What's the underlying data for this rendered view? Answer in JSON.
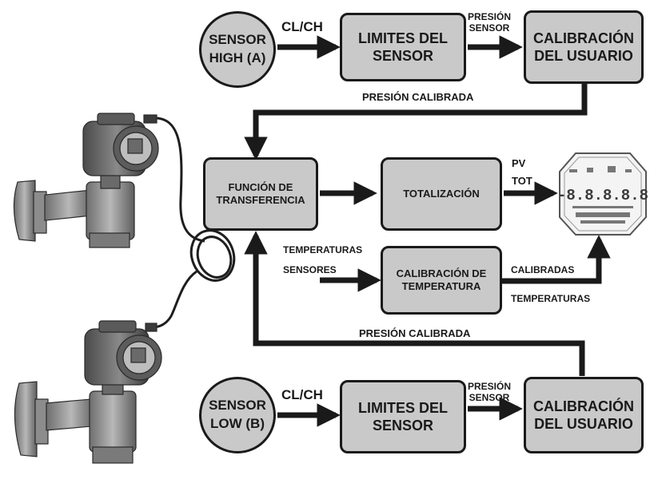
{
  "sensor_high": {
    "label": "SENSOR\nHIGH (A)"
  },
  "sensor_low": {
    "label": "SENSOR\nLOW (B)"
  },
  "limits_top": {
    "label": "LIMITES DEL\nSENSOR"
  },
  "limits_bottom": {
    "label": "LIMITES DEL\nSENSOR"
  },
  "user_cal_top": {
    "label": "CALIBRACIÓN\nDEL USUARIO"
  },
  "user_cal_bottom": {
    "label": "CALIBRACIÓN\nDEL USUARIO"
  },
  "transfer_function": {
    "label": "FUNCIÓN DE\nTRANSFERENCIA"
  },
  "totalization": {
    "label": "TOTALIZACIÓN"
  },
  "temp_calibration": {
    "label": "CALIBRACIÓN DE\nTEMPERATURA"
  },
  "labels": {
    "cl_ch_top": "CL/CH",
    "cl_ch_bottom": "CL/CH",
    "pressure_sensor_top": "PRESIÓN\nSENSOR",
    "pressure_sensor_bottom": "PRESIÓN\nSENSOR",
    "calibrated_pressure_top": "PRESIÓN CALIBRADA",
    "calibrated_pressure_bottom": "PRESIÓN CALIBRADA",
    "pv": "PV",
    "tot": "TOT",
    "temps_in_1": "TEMPERATURAS",
    "temps_in_2": "SENSORES",
    "temps_out_1": "CALIBRADAS",
    "temps_out_2": "TEMPERATURAS"
  },
  "display": {
    "digits": "-8.8.8.8.8"
  },
  "colors": {
    "box_fill": "#c9c9c9",
    "stroke": "#1a1a1a",
    "device_body": "#9a9a9a"
  },
  "icons": [
    "pressure-transmitter-icon",
    "lcd-display-icon",
    "capillary-tube-icon"
  ]
}
